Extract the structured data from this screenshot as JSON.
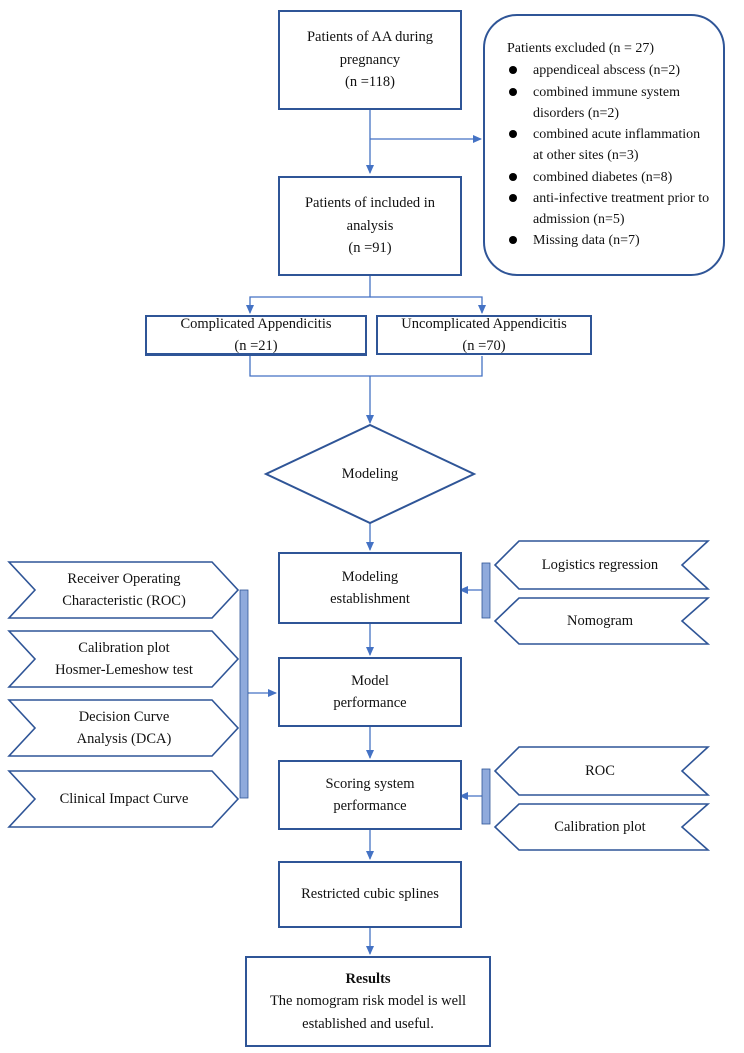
{
  "diagram": {
    "patients_aa": {
      "line1": "Patients of AA during",
      "line2": "pregnancy",
      "line3": "(n =118)"
    },
    "excluded": {
      "title": "Patients excluded (n = 27)",
      "items": [
        "appendiceal abscess  (n=2)",
        "combined immune system disorders (n=2)",
        "combined acute inflammation at other sites (n=3)",
        "combined diabetes (n=8)",
        "anti-infective treatment prior to admission (n=5)",
        "Missing data (n=7)"
      ]
    },
    "included": {
      "line1": "Patients of included in",
      "line2": "analysis",
      "line3": "(n =91)"
    },
    "complicated": {
      "line1": "Complicated Appendicitis",
      "line2": "(n =21)"
    },
    "uncomplicated": {
      "line1": "Uncomplicated Appendicitis",
      "line2": "(n =70)"
    },
    "modeling": "Modeling",
    "establishment": {
      "line1": "Modeling",
      "line2": "establishment"
    },
    "performance": {
      "line1": "Model",
      "line2": "performance"
    },
    "scoring": {
      "line1": "Scoring system",
      "line2": "performance"
    },
    "splines": "Restricted cubic splines",
    "results": {
      "title": "Results",
      "line1": "The nomogram risk model is well",
      "line2": "established and useful."
    },
    "left_tags": {
      "roc": {
        "line1": "Receiver Operating",
        "line2": "Characteristic (ROC)"
      },
      "calibration": {
        "line1": "Calibration plot",
        "line2": "Hosmer-Lemeshow test"
      },
      "dca": {
        "line1": "Decision Curve",
        "line2": "Analysis (DCA)"
      },
      "cic": "Clinical Impact Curve"
    },
    "right_tags": {
      "logistics": "Logistics regression",
      "nomogram": "Nomogram",
      "roc": "ROC",
      "calibration": "Calibration plot"
    },
    "colors": {
      "stroke": "#2f5597",
      "arrow": "#4472c4",
      "bar": "#8faadc"
    }
  }
}
